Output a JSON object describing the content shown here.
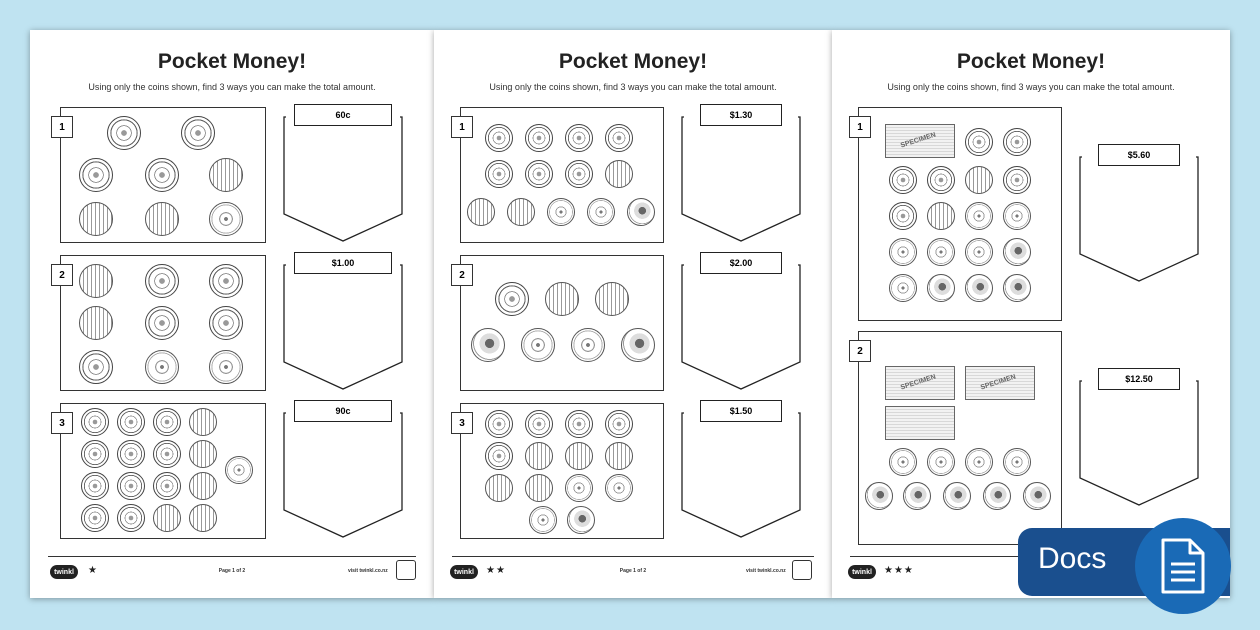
{
  "title": "Pocket Money!",
  "instructions": "Using only the coins shown, find 3 ways you can make the total amount.",
  "sheets": [
    {
      "stars": "★",
      "page_label": "Page 1 of 2",
      "visit_label": "visit twinkl.co.nz",
      "logo": "twinkl",
      "questions": [
        {
          "number": "1",
          "amount": "60c"
        },
        {
          "number": "2",
          "amount": "$1.00"
        },
        {
          "number": "3",
          "amount": "90c"
        }
      ]
    },
    {
      "stars": "★★",
      "page_label": "Page 1 of 2",
      "visit_label": "visit twinkl.co.nz",
      "logo": "twinkl",
      "questions": [
        {
          "number": "1",
          "amount": "$1.30"
        },
        {
          "number": "2",
          "amount": "$2.00"
        },
        {
          "number": "3",
          "amount": "$1.50"
        }
      ]
    },
    {
      "stars": "★★★",
      "logo": "twinkl",
      "questions": [
        {
          "number": "1",
          "amount": "$5.60"
        },
        {
          "number": "2",
          "amount": "$12.50"
        }
      ],
      "note_label": "SPECIMEN"
    }
  ],
  "docs_badge": {
    "label": "Docs",
    "icon": "document-icon"
  }
}
